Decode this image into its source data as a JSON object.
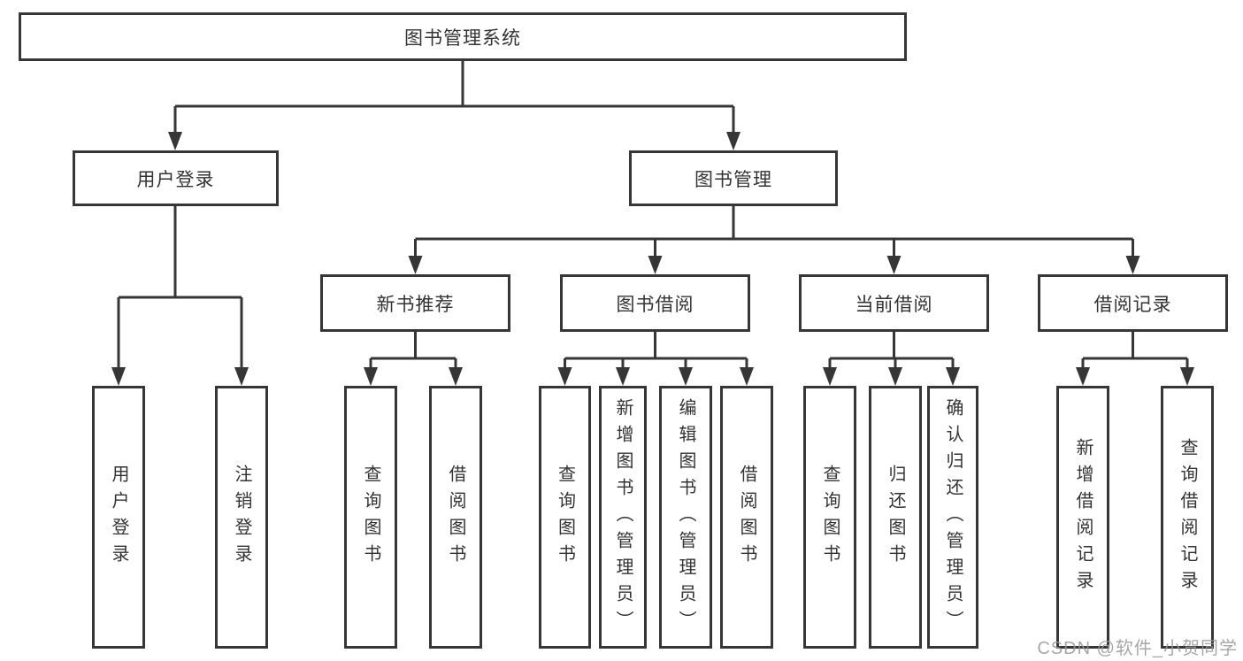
{
  "diagram": {
    "root": {
      "label": "图书管理系统"
    },
    "level2": [
      {
        "label": "用户登录"
      },
      {
        "label": "图书管理"
      }
    ],
    "level3": [
      {
        "label": "新书推荐"
      },
      {
        "label": "图书借阅"
      },
      {
        "label": "当前借阅"
      },
      {
        "label": "借阅记录"
      }
    ],
    "leaves": [
      {
        "label": "用户登录"
      },
      {
        "label": "注销登录"
      },
      {
        "label": "查询图书"
      },
      {
        "label": "借阅图书"
      },
      {
        "label": "查询图书"
      },
      {
        "label": "新增图书（管理员）"
      },
      {
        "label": "编辑图书（管理员）"
      },
      {
        "label": "借阅图书"
      },
      {
        "label": "查询图书"
      },
      {
        "label": "归还图书"
      },
      {
        "label": "确认归还（管理员）"
      },
      {
        "label": "新增借阅记录"
      },
      {
        "label": "查询借阅记录"
      }
    ],
    "colors": {
      "line": "#363636",
      "text": "#333333",
      "background": "#ffffff",
      "watermark": "#989898"
    }
  },
  "watermark": {
    "text": "CSDN @软件_小贺同学"
  }
}
